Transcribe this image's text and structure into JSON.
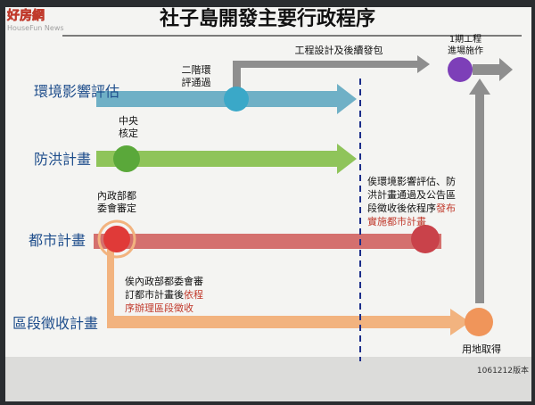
{
  "title": "社子島開發主要行政程序",
  "watermark": {
    "brand": "好房網",
    "sub": "HouseFun News"
  },
  "rows": [
    {
      "label": "環境影響評估",
      "color": "#6fb0c6",
      "node_color": "#3aa8c8"
    },
    {
      "label": "防洪計畫",
      "color": "#8fc45a",
      "node_color": "#5aa83a"
    },
    {
      "label": "都市計畫",
      "color": "#d4706e",
      "node_color": "#e03a38"
    },
    {
      "label": "區段徵收計畫",
      "color": "#f2b37f",
      "node_color": "#f0955a"
    }
  ],
  "annotations": {
    "eia_pass": [
      "二階環",
      "評通過"
    ],
    "central": [
      "中央",
      "核定"
    ],
    "moi": [
      "內政部都",
      "委會審定"
    ],
    "design": "工程設計及後續發包",
    "phase1": [
      "1期工程",
      "進場施作"
    ],
    "announce": {
      "line1": "俟環境影響評估、防",
      "line2": "洪計畫通過及公告區",
      "line3_plain": "段徵收後依程序",
      "line3_red": "發布",
      "line4_red": "實施都市計畫"
    },
    "expropriation": {
      "line1": "俟內政部都委會審",
      "line2_plain": "訂都市計畫後",
      "line2_red": "依程",
      "line3_red": "序辦理區段徵收"
    },
    "land": "用地取得",
    "version": "1061212版本"
  },
  "colors": {
    "slide_bg": "#f4f4f2",
    "gray_arrow": "#8e8e8e",
    "purple_node": "#7d3fb8",
    "divider": "#1a2d8a",
    "red_text": "#c0392b",
    "label_text": "#1f4e8c"
  }
}
